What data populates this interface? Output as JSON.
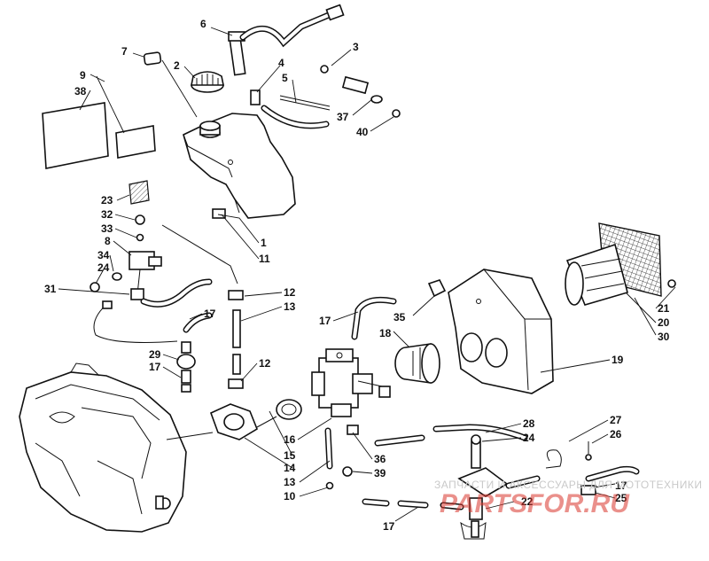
{
  "callouts": [
    {
      "n": "6"
    },
    {
      "n": "7"
    },
    {
      "n": "2"
    },
    {
      "n": "4"
    },
    {
      "n": "3"
    },
    {
      "n": "5"
    },
    {
      "n": "9"
    },
    {
      "n": "38"
    },
    {
      "n": "37"
    },
    {
      "n": "40"
    },
    {
      "n": "23"
    },
    {
      "n": "32"
    },
    {
      "n": "33"
    },
    {
      "n": "8"
    },
    {
      "n": "34"
    },
    {
      "n": "24"
    },
    {
      "n": "31"
    },
    {
      "n": "1"
    },
    {
      "n": "11"
    },
    {
      "n": "12"
    },
    {
      "n": "13"
    },
    {
      "n": "17"
    },
    {
      "n": "35"
    },
    {
      "n": "17"
    },
    {
      "n": "18"
    },
    {
      "n": "29"
    },
    {
      "n": "17"
    },
    {
      "n": "12"
    },
    {
      "n": "19"
    },
    {
      "n": "21"
    },
    {
      "n": "20"
    },
    {
      "n": "30"
    },
    {
      "n": "16"
    },
    {
      "n": "15"
    },
    {
      "n": "14"
    },
    {
      "n": "13"
    },
    {
      "n": "10"
    },
    {
      "n": "36"
    },
    {
      "n": "39"
    },
    {
      "n": "28"
    },
    {
      "n": "24"
    },
    {
      "n": "27"
    },
    {
      "n": "26"
    },
    {
      "n": "17"
    },
    {
      "n": "25"
    },
    {
      "n": "22"
    },
    {
      "n": "17"
    }
  ],
  "watermark": {
    "caption": "ЗАПЧАСТИ И АКСЕССУАРЫ ДЛЯ МОТОТЕХНИКИ",
    "brand": "PARTSFOR.RU"
  }
}
